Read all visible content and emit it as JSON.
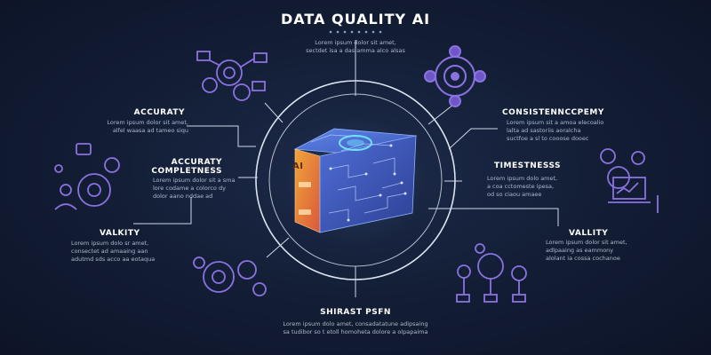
{
  "title": "DATA QUALITY  AI",
  "subtitle": "Lorem ipsum dolor sit amet,\nsectdet isa a das amma alco alsas",
  "cube_label": "AI",
  "nodes": [
    {
      "id": "accuracy",
      "heading": "ACCURATY",
      "text": "Lorem ipsum dolor sit amet,\nalfel waasa ad tameo siqu"
    },
    {
      "id": "accuracy-completeness",
      "heading": "ACCURATY\nCOMPLETNESS",
      "text": "Lorem ipsum dolor sit a sma\nlore codame a colorco dy\ndolor aano nddae ad"
    },
    {
      "id": "validity-left",
      "heading": "VALKITY",
      "text": "Lorem ipsum dolo sr amet,\nconsectet ad amaaing aan\nadutmd sds acco aa eotaqua"
    },
    {
      "id": "consistency",
      "heading": "CONSISTENNCCPEMY",
      "text": "Lorem ipsum sit a amoa elecoalio\nlalta ad sastoriis aoralcha\nsuctfoe a sl to cooose dooec"
    },
    {
      "id": "timeliness",
      "heading": "TIMESTNESSS",
      "text": "Lorem ipsum dolo amet,\na coa cctomeste ipesa,\nod so ciaou amaee"
    },
    {
      "id": "validity-right",
      "heading": "VALLITY",
      "text": "Lorem ipsum dolor sit amet,\nadlpaaing as eammony\nalolant ia cossa cochanoe"
    },
    {
      "id": "bottom",
      "heading": "SHIRAST PSFN",
      "text": "Lorem ipsum dolo amet, consadatatune adipsaing\nsa tudibor so t etoll homoheta dolore a olpapaima"
    }
  ]
}
